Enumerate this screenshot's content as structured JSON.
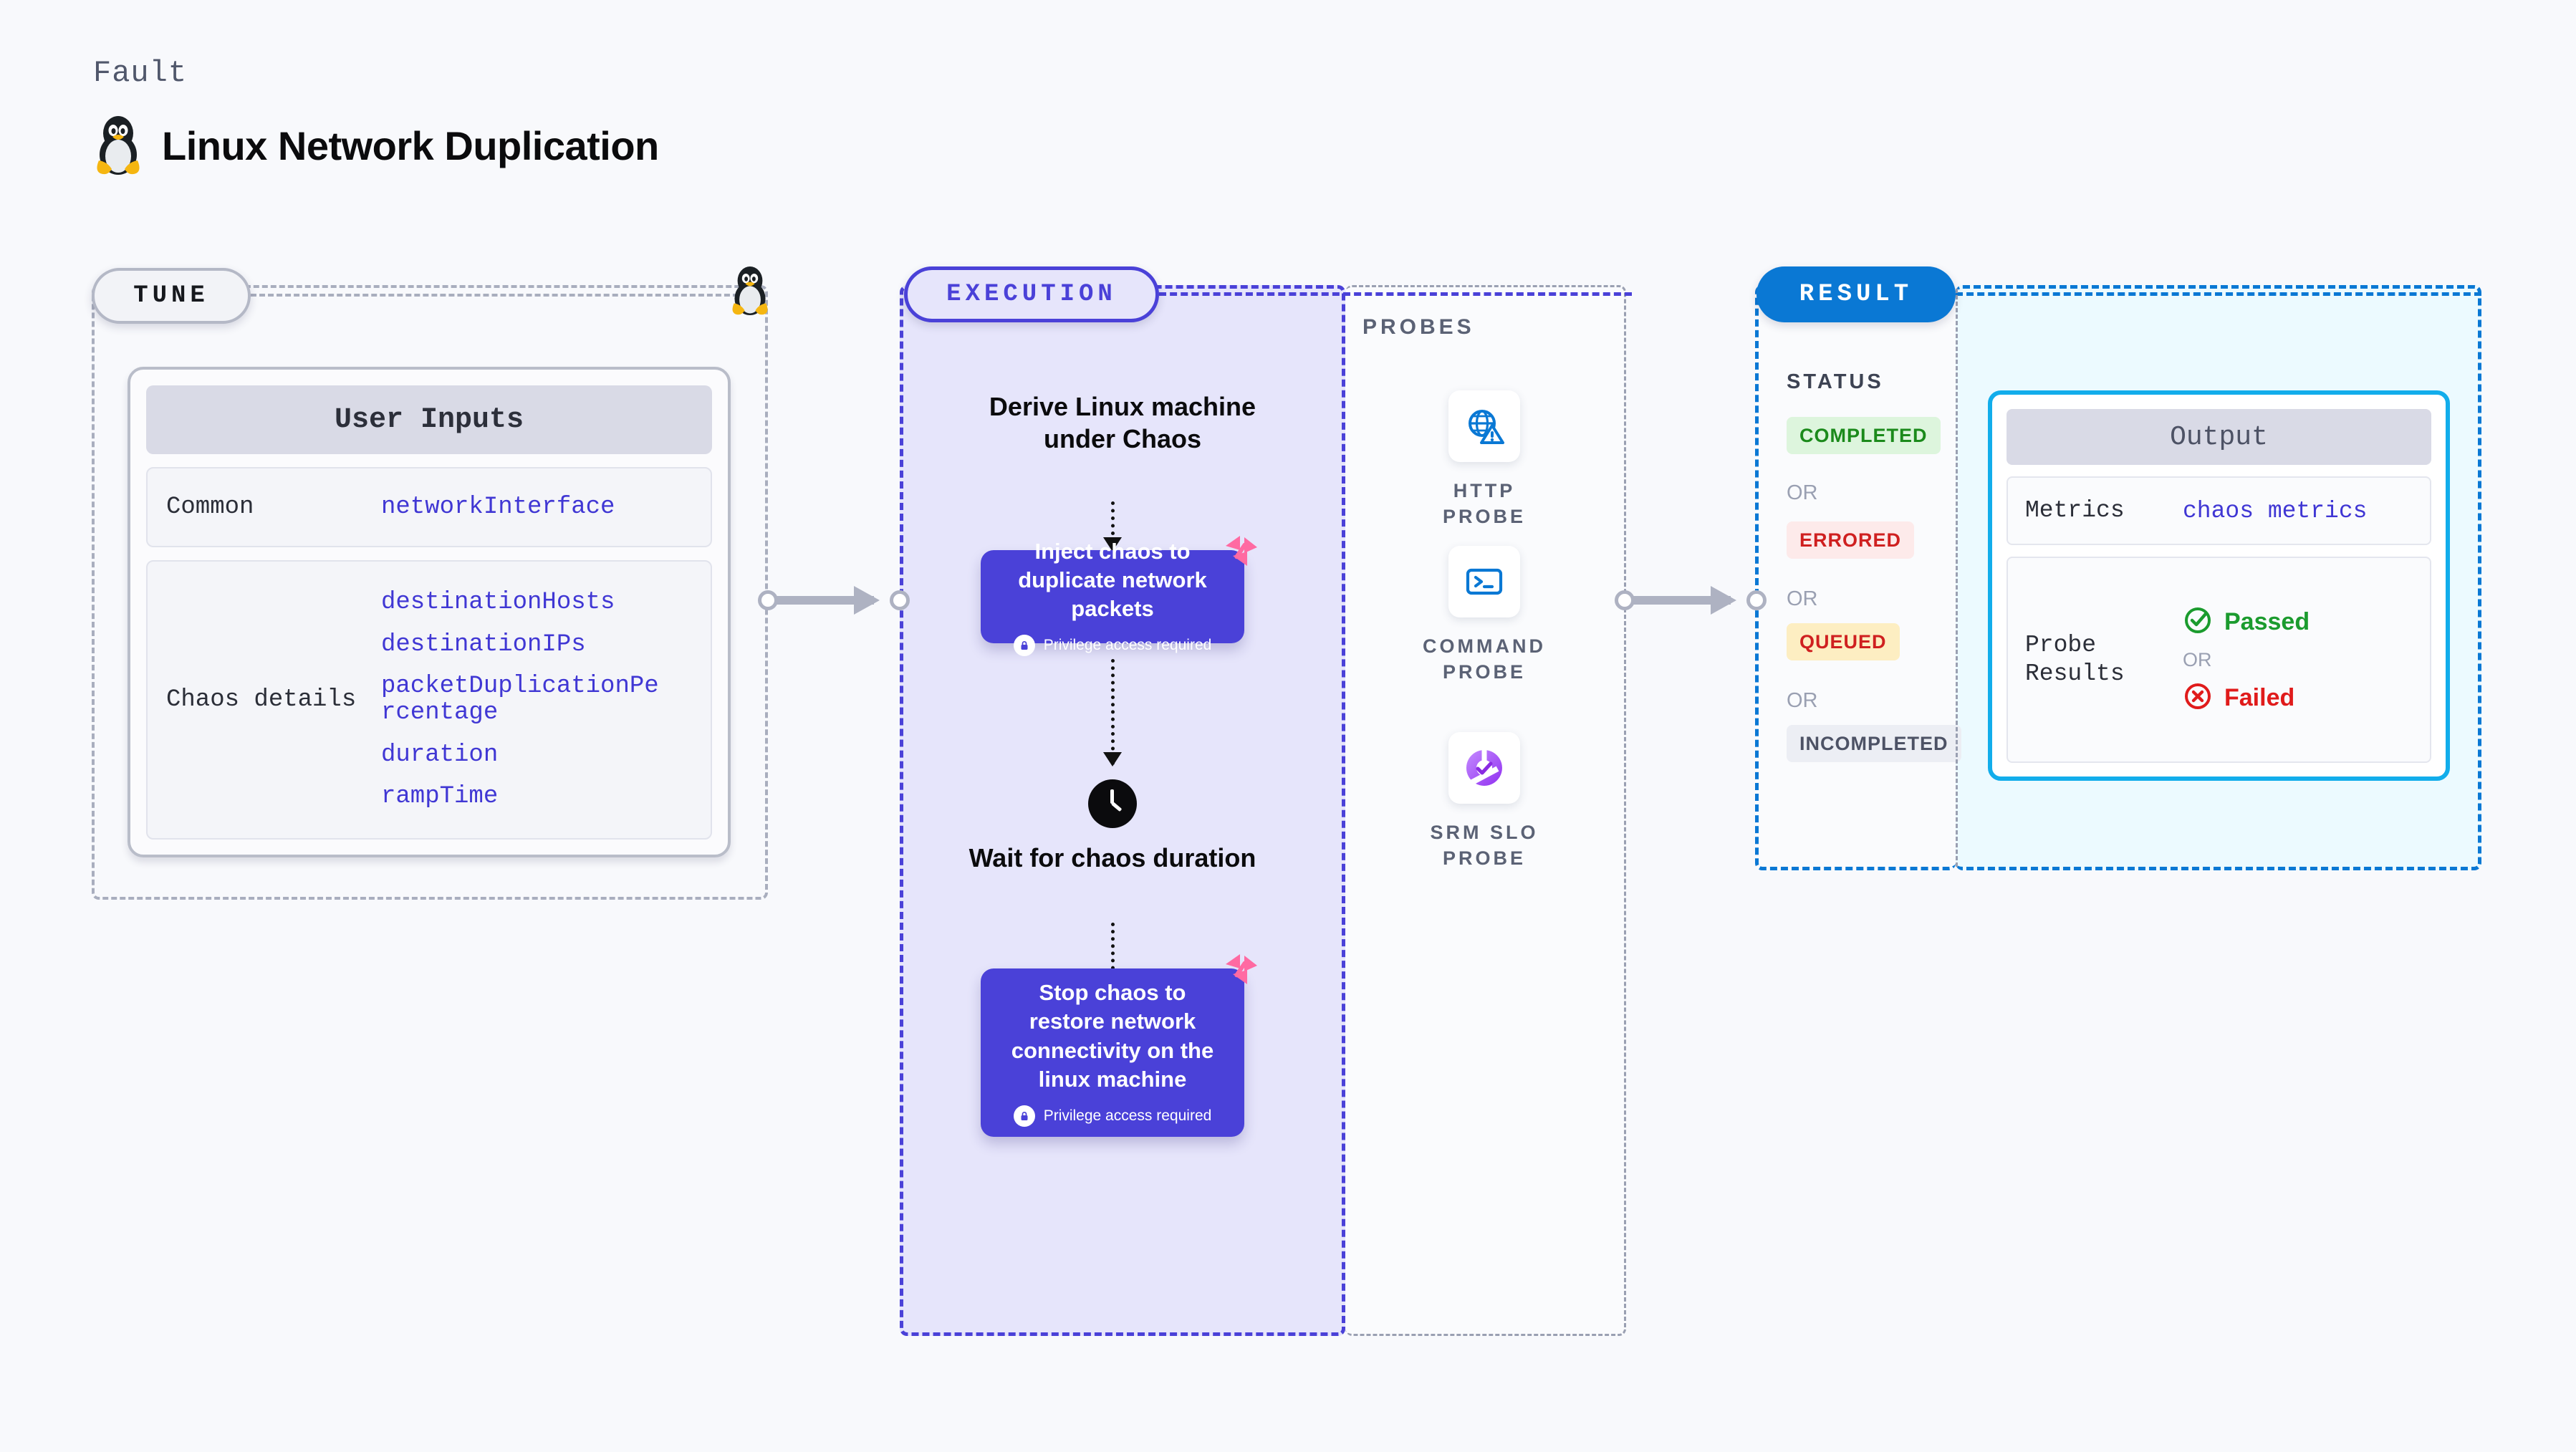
{
  "header": {
    "fault_label": "Fault",
    "title": "Linux Network Duplication",
    "icon": "linux-penguin-icon"
  },
  "tune": {
    "pill_label": "TUNE",
    "card_title": "User Inputs",
    "sections": [
      {
        "label": "Common",
        "params": [
          "networkInterface"
        ]
      },
      {
        "label": "Chaos details",
        "params": [
          "destinationHosts",
          "destinationIPs",
          "packetDuplicationPercentage",
          "duration",
          "rampTime"
        ]
      }
    ]
  },
  "execution": {
    "pill_label": "EXECUTION",
    "steps": [
      {
        "type": "text",
        "text": "Derive Linux machine under Chaos"
      },
      {
        "type": "card",
        "text": "Inject chaos to duplicate network packets",
        "privilege": "Privilege access required",
        "badge": "harness-logo-icon"
      },
      {
        "type": "clock",
        "text": "Wait for chaos duration",
        "icon": "clock-icon"
      },
      {
        "type": "card",
        "text": "Stop chaos to restore network connectivity on the linux machine",
        "privilege": "Privilege access required",
        "badge": "harness-logo-icon"
      }
    ]
  },
  "probes": {
    "label": "PROBES",
    "items": [
      {
        "label": "HTTP PROBE",
        "icon": "globe-warning-icon"
      },
      {
        "label": "COMMAND PROBE",
        "icon": "terminal-icon"
      },
      {
        "label": "SRM SLO PROBE",
        "icon": "srm-slo-icon"
      }
    ]
  },
  "result": {
    "pill_label": "RESULT",
    "status_label": "STATUS",
    "or_label": "OR",
    "statuses": [
      {
        "label": "COMPLETED",
        "bg": "#ddf5dd",
        "fg": "#1b8a1b"
      },
      {
        "label": "ERRORED",
        "bg": "#fdeaea",
        "fg": "#cf2020"
      },
      {
        "label": "QUEUED",
        "bg": "#fdeec2",
        "fg": "#cf2020"
      },
      {
        "label": "INCOMPLETED",
        "bg": "#eceef4",
        "fg": "#4d5265"
      }
    ],
    "output": {
      "title": "Output",
      "metrics_label": "Metrics",
      "metrics_value": "chaos metrics",
      "probe_results_label": "Probe Results",
      "passed_label": "Passed",
      "failed_label": "Failed",
      "or_label": "OR",
      "passed_icon": "check-circle-icon",
      "failed_icon": "x-circle-icon"
    }
  },
  "colors": {
    "indigo": "#4a41d8",
    "blue": "#0a78d4",
    "cyan": "#12adeb",
    "grey": "#a9aebe",
    "pink": "#ff6aa2",
    "green": "#1b8a1b",
    "red": "#cf2020"
  }
}
